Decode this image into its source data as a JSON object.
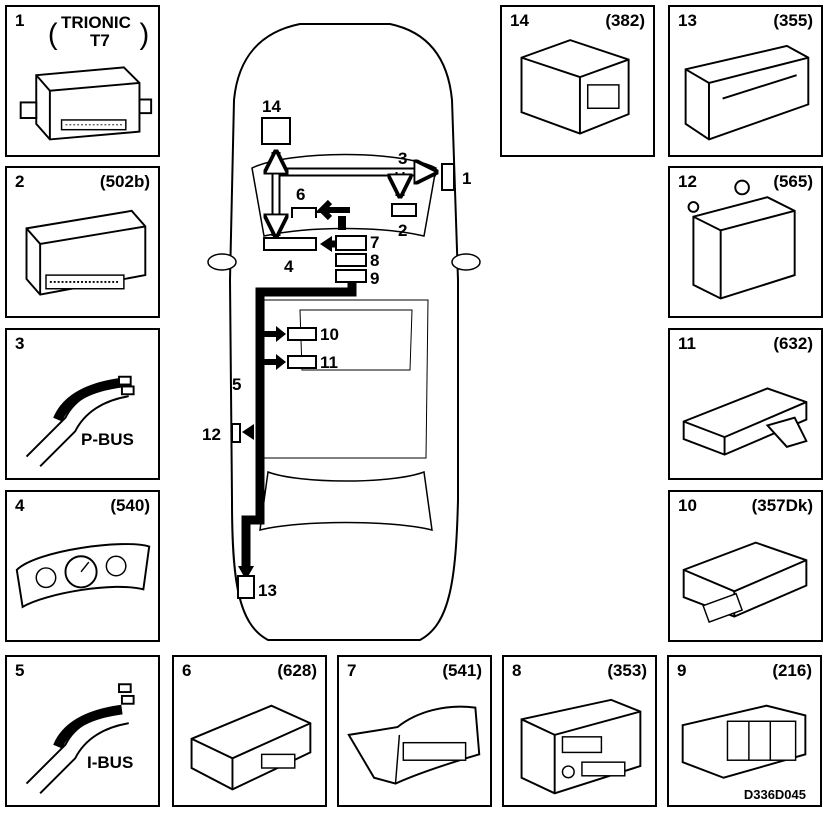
{
  "modules": [
    {
      "num": "1",
      "code": "",
      "title_line1": "TRIONIC",
      "title_line2": "T7",
      "kind": "ecu"
    },
    {
      "num": "2",
      "code": "(502b)",
      "kind": "box"
    },
    {
      "num": "3",
      "code": "",
      "bus": "P-BUS",
      "kind": "cable"
    },
    {
      "num": "4",
      "code": "(540)",
      "kind": "cluster"
    },
    {
      "num": "5",
      "code": "",
      "bus": "I-BUS",
      "kind": "cable"
    },
    {
      "num": "6",
      "code": "(628)",
      "kind": "flat"
    },
    {
      "num": "7",
      "code": "(541)",
      "kind": "display"
    },
    {
      "num": "8",
      "code": "(353)",
      "kind": "radio"
    },
    {
      "num": "9",
      "code": "(216)",
      "kind": "panel"
    },
    {
      "num": "10",
      "code": "(357Dk)",
      "kind": "slim"
    },
    {
      "num": "11",
      "code": "(632)",
      "kind": "slim"
    },
    {
      "num": "12",
      "code": "(565)",
      "kind": "bracket"
    },
    {
      "num": "13",
      "code": "(355)",
      "kind": "cdchanger"
    },
    {
      "num": "14",
      "code": "(382)",
      "kind": "abs"
    }
  ],
  "car_labels": {
    "l1": "1",
    "l2": "2",
    "l3": "3",
    "l4": "4",
    "l5": "5",
    "l6": "6",
    "l7": "7",
    "l8": "8",
    "l9": "9",
    "l10": "10",
    "l11": "11",
    "l12": "12",
    "l13": "13",
    "l14": "14"
  },
  "drawing_ref": "D336D045"
}
